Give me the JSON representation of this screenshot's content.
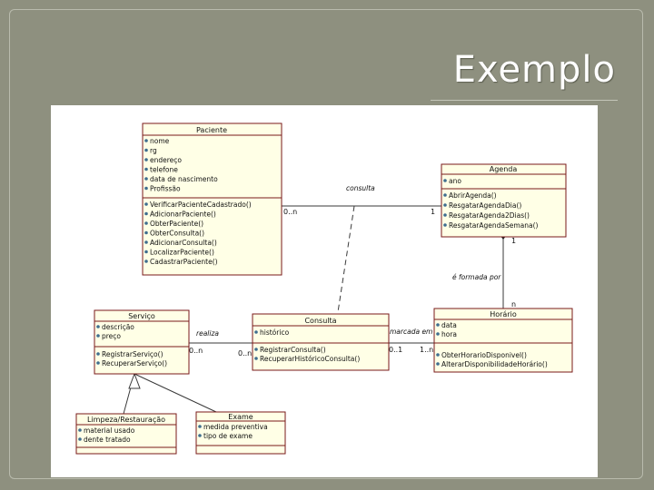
{
  "slide": {
    "title": "Exemplo"
  },
  "classes": {
    "paciente": {
      "name": "Paciente",
      "attributes": [
        "nome",
        "rg",
        "endereço",
        "telefone",
        "data de nascimento",
        "Profissão"
      ],
      "operations": [
        "VerificarPacienteCadastrado()",
        "AdicionarPaciente()",
        "ObterPaciente()",
        "ObterConsulta()",
        "AdicionarConsulta()",
        "LocalizarPaciente()",
        "CadastrarPaciente()"
      ]
    },
    "agenda": {
      "name": "Agenda",
      "attributes": [
        "ano"
      ],
      "operations": [
        "AbrirAgenda()",
        "ResgatarAgendaDia()",
        "ResgatarAgenda2Dias()",
        "ResgatarAgendaSemana()"
      ]
    },
    "servico": {
      "name": "Serviço",
      "attributes": [
        "descrição",
        "preço"
      ],
      "operations": [
        "RegistrarServiço()",
        "RecuperarServiço()"
      ]
    },
    "consulta": {
      "name": "Consulta",
      "attributes": [
        "histórico"
      ],
      "operations": [
        "RegistrarConsulta()",
        "RecuperarHistóricoConsulta()"
      ]
    },
    "horario": {
      "name": "Horário",
      "attributes": [
        "data",
        "hora"
      ],
      "operations": [
        "ObterHorarioDisponivel()",
        "AlterarDisponibilidadeHorário()"
      ]
    },
    "limpeza": {
      "name": "Limpeza/Restauração",
      "attributes": [
        "material usado",
        "dente tratado"
      ],
      "operations": []
    },
    "exame": {
      "name": "Exame",
      "attributes": [
        "medida preventiva",
        "tipo de exame"
      ],
      "operations": []
    }
  },
  "associations": {
    "consulta_label": "consulta",
    "formada_label": "é formada por",
    "realiza_label": "realiza",
    "marcada_label": "marcada em",
    "mult_paciente_agenda_left": "0..n",
    "mult_paciente_agenda_right": "1",
    "mult_agenda_horario_top": "1",
    "mult_agenda_horario_bottom": "n",
    "mult_servico_consulta_left": "0..n",
    "mult_servico_consulta_right": "0..n",
    "mult_consulta_horario_left": "0..1",
    "mult_consulta_horario_right": "1..n"
  }
}
